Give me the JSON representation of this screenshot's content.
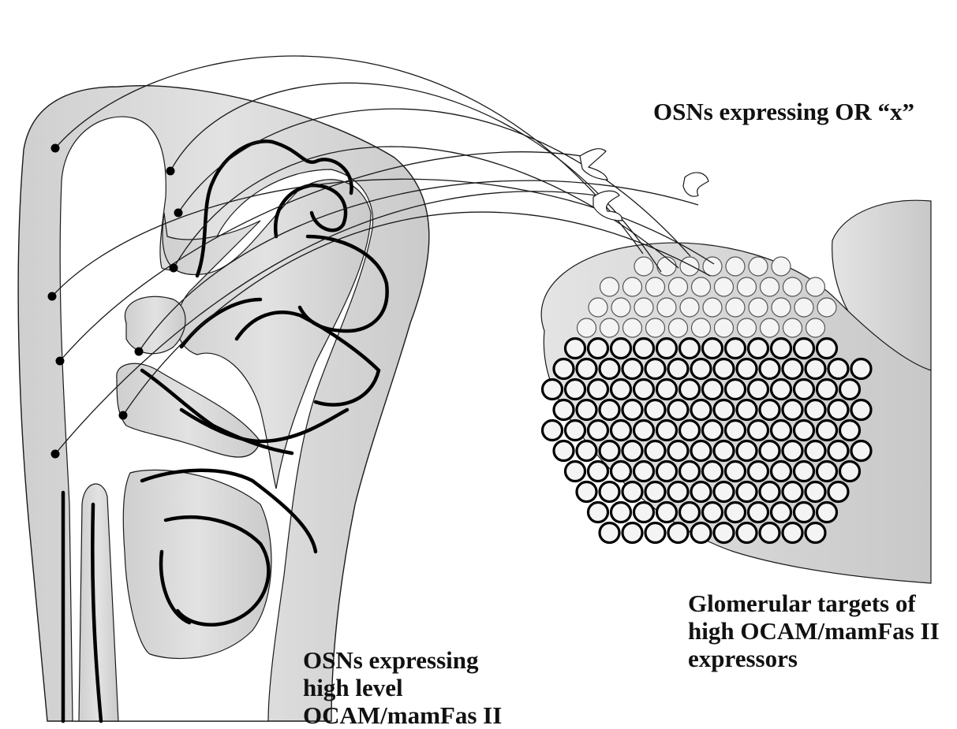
{
  "labels": {
    "or_neurons": "OSNs expressing OR “x”",
    "glomerular_line1": "Glomerular targets of",
    "glomerular_line2": "high OCAM/mamFas II",
    "glomerular_line3": "expressors",
    "osn_high_line1": "OSNs expressing",
    "osn_high_line2": "high level",
    "osn_high_line3": "OCAM/mamFas II"
  },
  "colors": {
    "tissue_fill": "#d9d9d9",
    "outline": "#1a1a1a",
    "high_expressor_glomerulus_stroke": "#000000",
    "low_expressor_glomerulus_fill": "#f4f4f4"
  }
}
